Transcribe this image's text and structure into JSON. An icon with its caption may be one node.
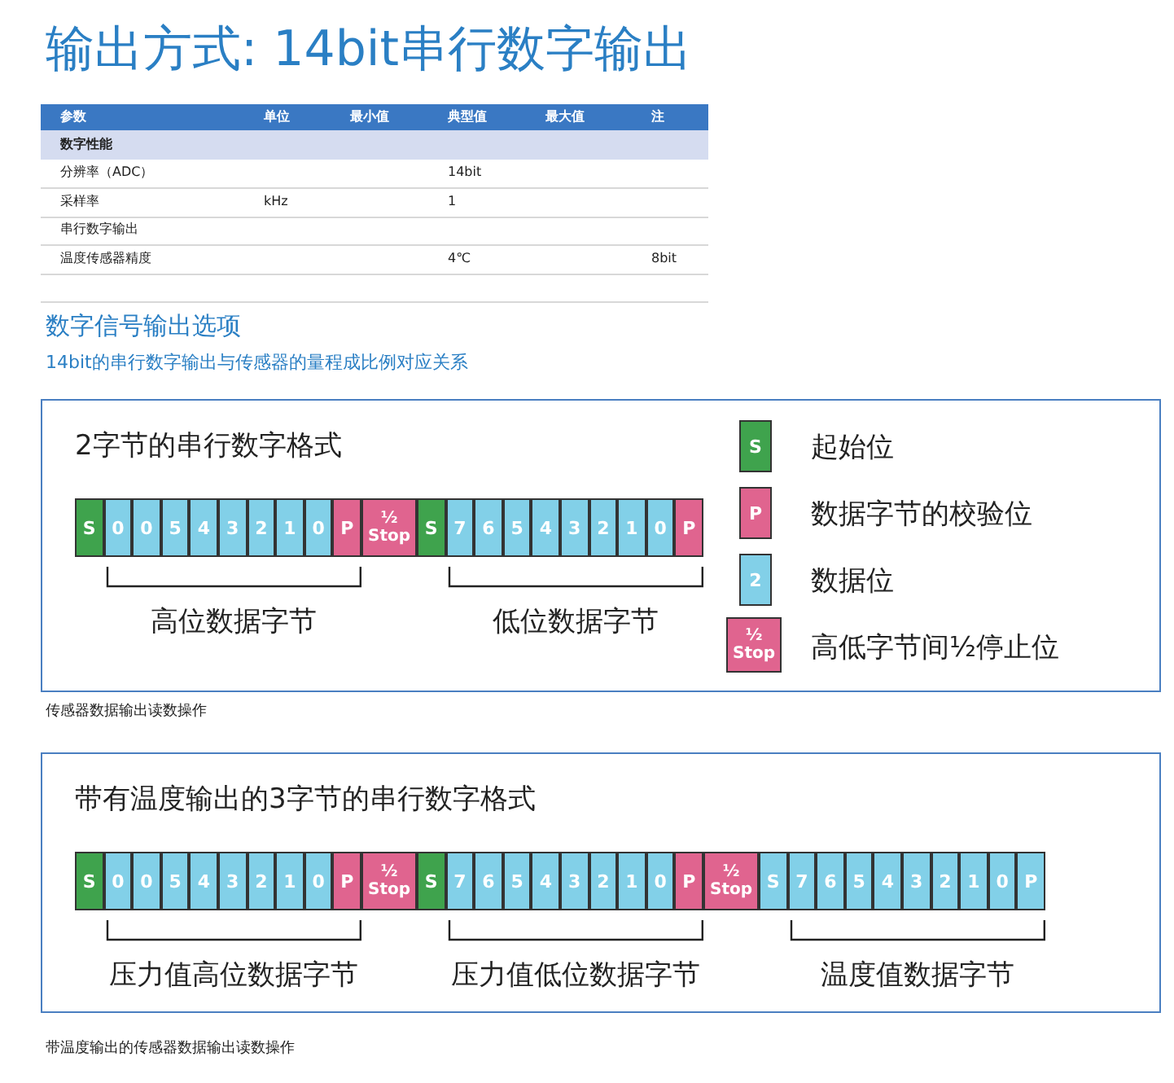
{
  "diagram": {
    "title": "输出方式: 14bit串行数字输出",
    "nodes": [
      {
        "text": [
          "2字节的串行数字格式"
        ]
      },
      {
        "text": [
          "S"
        ],
        "in": 0
      },
      {
        "text": [
          "0"
        ],
        "in": 0
      },
      {
        "text": [
          "0"
        ],
        "in": 0
      },
      {
        "text": [
          "5"
        ],
        "in": 0
      },
      {
        "text": [
          "4"
        ],
        "in": 0
      },
      {
        "text": [
          "3"
        ],
        "in": 0
      },
      {
        "text": [
          "2"
        ],
        "in": 0
      },
      {
        "text": [
          "1"
        ],
        "in": 0
      },
      {
        "text": [
          "0"
        ],
        "in": 0
      },
      {
        "text": [
          "P"
        ],
        "in": 0
      },
      {
        "text": [
          "½ Stop"
        ],
        "in": 0
      },
      {
        "text": [
          "S"
        ],
        "in": 0
      },
      {
        "text": [
          "7"
        ],
        "in": 0
      },
      {
        "text": [
          "6"
        ],
        "in": 0
      },
      {
        "text": [
          "5"
        ],
        "in": 0
      },
      {
        "text": [
          "4"
        ],
        "in": 0
      },
      {
        "text": [
          "3"
        ],
        "in": 0
      },
      {
        "text": [
          "2"
        ],
        "in": 0
      },
      {
        "text": [
          "1"
        ],
        "in": 0
      },
      {
        "text": [
          "0"
        ],
        "in": 0
      },
      {
        "text": [
          "P"
        ],
        "in": 0
      },
      {
        "text": [
          "带有温度输出的3字节的串行数字格式"
        ]
      },
      {
        "text": [
          "S"
        ],
        "in": 22
      },
      {
        "text": [
          "0"
        ],
        "in": 22
      },
      {
        "text": [
          "0"
        ],
        "in": 22
      },
      {
        "text": [
          "5"
        ],
        "in": 22
      },
      {
        "text": [
          "4"
        ],
        "in": 22
      },
      {
        "text": [
          "3"
        ],
        "in": 22
      },
      {
        "text": [
          "2"
        ],
        "in": 22
      },
      {
        "text": [
          "1"
        ],
        "in": 22
      },
      {
        "text": [
          "0"
        ],
        "in": 22
      },
      {
        "text": [
          "P"
        ],
        "in": 22
      },
      {
        "text": [
          "½ Stop"
        ],
        "in": 22
      },
      {
        "text": [
          "S"
        ],
        "in": 22
      },
      {
        "text": [
          "7"
        ],
        "in": 22
      },
      {
        "text": [
          "6"
        ],
        "in": 22
      },
      {
        "text": [
          "5"
        ],
        "in": 22
      },
      {
        "text": [
          "4"
        ],
        "in": 22
      },
      {
        "text": [
          "3"
        ],
        "in": 22
      },
      {
        "text": [
          "2"
        ],
        "in": 22
      },
      {
        "text": [
          "1"
        ],
        "in": 22
      },
      {
        "text": [
          "0"
        ],
        "in": 22
      },
      {
        "text": [
          "P"
        ],
        "in": 22
      },
      {
        "text": [
          "½ Stop"
        ],
        "in": 22
      },
      {
        "text": [
          "S"
        ],
        "in": 22
      },
      {
        "text": [
          "7"
        ],
        "in": 22
      },
      {
        "text": [
          "6"
        ],
        "in": 22
      },
      {
        "text": [
          "5"
        ],
        "in": 22
      },
      {
        "text": [
          "4"
        ],
        "in": 22
      },
      {
        "text": [
          "3"
        ],
        "in": 22
      },
      {
        "text": [
          "2"
        ],
        "in": 22
      },
      {
        "text": [
          "1"
        ],
        "in": 22
      },
      {
        "text": [
          "0"
        ],
        "in": 22
      },
      {
        "text": [
          "P"
        ],
        "in": 22
      }
    ],
    "labels": [
      "参数",
      "单位",
      "最小值",
      "典型值",
      "最大值",
      "注",
      "数字性能",
      "分辨率（ADC）",
      "14bit",
      "采样率",
      "kHz",
      "1",
      "串行数字输出",
      "温度传感器精度",
      "4℃",
      "8bit",
      "数字信号输出选项",
      "14bit的串行数字输出与传感器的量程成比例对应关系",
      "S",
      "P",
      "2",
      "½ Stop",
      "高位数据字节",
      "低位数据字节",
      "传感器数据输出读数操作",
      "压力值高位数据字节",
      "压力值低位数据字节",
      "温度值数据字节",
      "带温度输出的传感器数据输出读数操作"
    ],
    "legend": [
      {
        "text": "起始位",
        "color": "#3fa34d"
      },
      {
        "text": "数据字节的校验位",
        "color": "#e0648f"
      },
      {
        "text": "数据位",
        "color": "#82d0e8"
      },
      {
        "text": "高低字节间½停止位",
        "color": "#e0648f"
      }
    ]
  }
}
